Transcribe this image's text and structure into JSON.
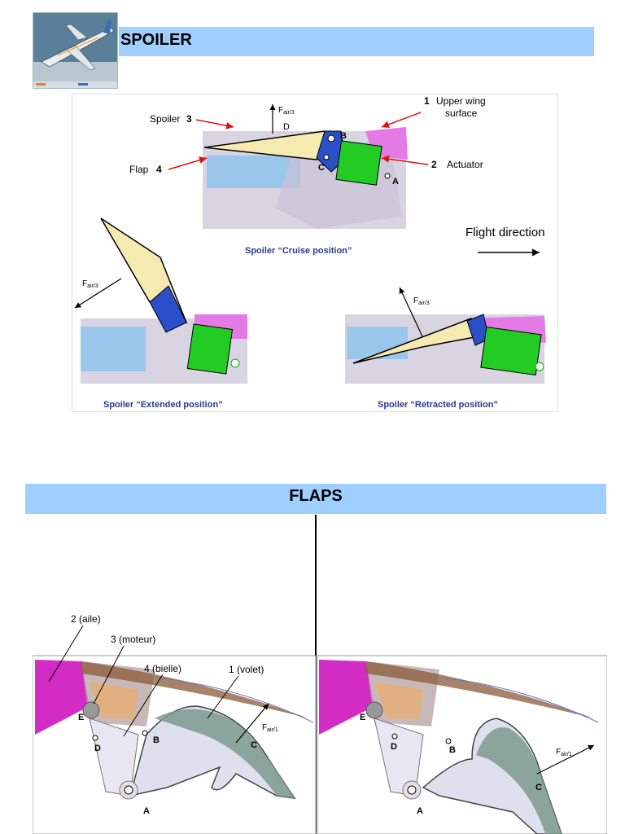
{
  "spoiler": {
    "title": "SPOILER",
    "labels": {
      "n1": "1",
      "upper_wing_line1": "Upper wing",
      "upper_wing_line2": "surface",
      "spoiler": "Spoiler",
      "n3": "3",
      "flap": "Flap",
      "n4": "4",
      "n2": "2",
      "actuator": "Actuator",
      "force_main": "F",
      "force_sub": "air/3",
      "D": "D",
      "B": "B",
      "C": "C",
      "A": "A",
      "flight_direction": "Flight direction"
    },
    "captions": {
      "cruise": "Spoiler “Cruise position”",
      "extended": "Spoiler “Extended position”",
      "retracted": "Spoiler “Retracted position”"
    }
  },
  "flaps": {
    "title": "FLAPS",
    "labels": {
      "aile": "2 (aile)",
      "moteur": "3 (moteur)",
      "bielle": "4 (bielle)",
      "volet": "1 (volet)",
      "force_main": "F",
      "force_sub": "air/1",
      "A": "A",
      "B": "B",
      "C": "C",
      "D": "D",
      "E": "E"
    }
  },
  "colors": {
    "header_bg": "#9fcfff",
    "caption_blue": "#2b3a8f",
    "actuator_green": "#22cc22",
    "arrow_red": "#dd1111"
  }
}
